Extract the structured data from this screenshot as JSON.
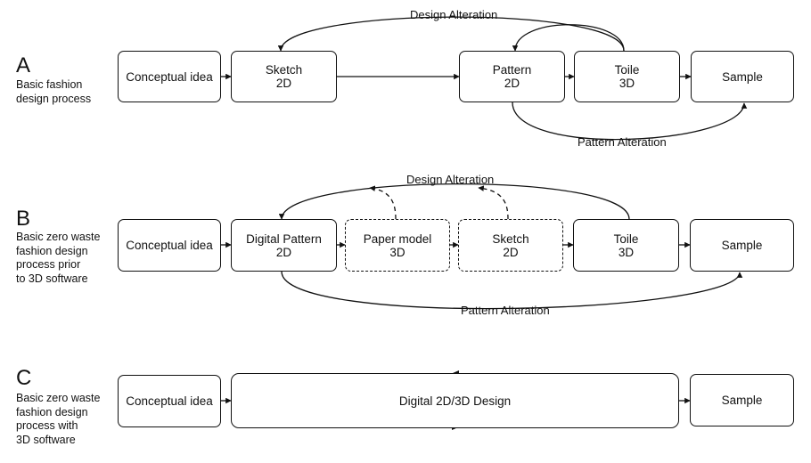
{
  "section_a": {
    "letter": "A",
    "description": [
      "Basic fashion",
      "design process"
    ],
    "nodes": {
      "conceptual": "Conceptual idea",
      "sketch": [
        "Sketch",
        "2D"
      ],
      "pattern": [
        "Pattern",
        "2D"
      ],
      "toile": [
        "Toile",
        "3D"
      ],
      "sample": "Sample"
    },
    "design_alteration": "Design Alteration",
    "pattern_alteration": "Pattern Alteration"
  },
  "section_b": {
    "letter": "B",
    "description": [
      "Basic zero waste",
      "fashion design",
      "process prior",
      "to 3D software"
    ],
    "nodes": {
      "conceptual": "Conceptual idea",
      "digital_pattern": [
        "Digital Pattern",
        "2D"
      ],
      "paper_model": [
        "Paper model",
        "3D"
      ],
      "sketch": [
        "Sketch",
        "2D"
      ],
      "toile": [
        "Toile",
        "3D"
      ],
      "sample": "Sample"
    },
    "design_alteration": "Design Alteration",
    "pattern_alteration": "Pattern Alteration"
  },
  "section_c": {
    "letter": "C",
    "description": [
      "Basic zero waste",
      "fashion design",
      "process with",
      "3D software"
    ],
    "nodes": {
      "conceptual": "Conceptual idea",
      "digital_design": "Digital 2D/3D Design",
      "sample": "Sample"
    }
  }
}
